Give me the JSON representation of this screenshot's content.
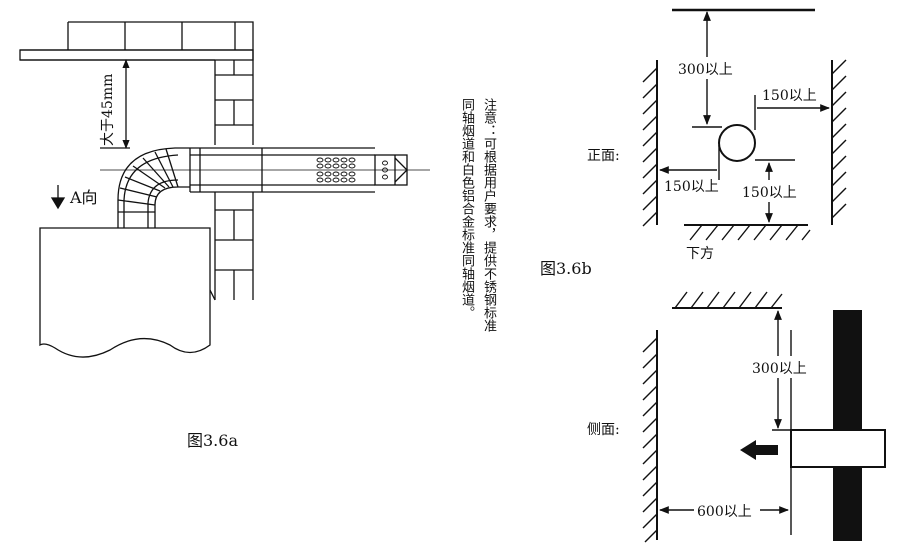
{
  "fig_a": {
    "caption": "图3.6a",
    "dimension_label": "大于45mm",
    "direction_label": "A向"
  },
  "note": {
    "line1": "注意：可根据用户要求，提供不锈钢标准",
    "line2": "同轴烟道和白色铝合金标准同轴烟道。"
  },
  "fig_b": {
    "caption": "图3.6b",
    "front_label": "正面:",
    "top_clearance": "300以上",
    "right_clearance": "150以上",
    "left_clearance": "150以上",
    "bottom_clearance": "150以上",
    "bottom_label": "下方"
  },
  "fig_side": {
    "side_label": "侧面:",
    "top_clearance": "300以上",
    "front_clearance": "600以上"
  }
}
